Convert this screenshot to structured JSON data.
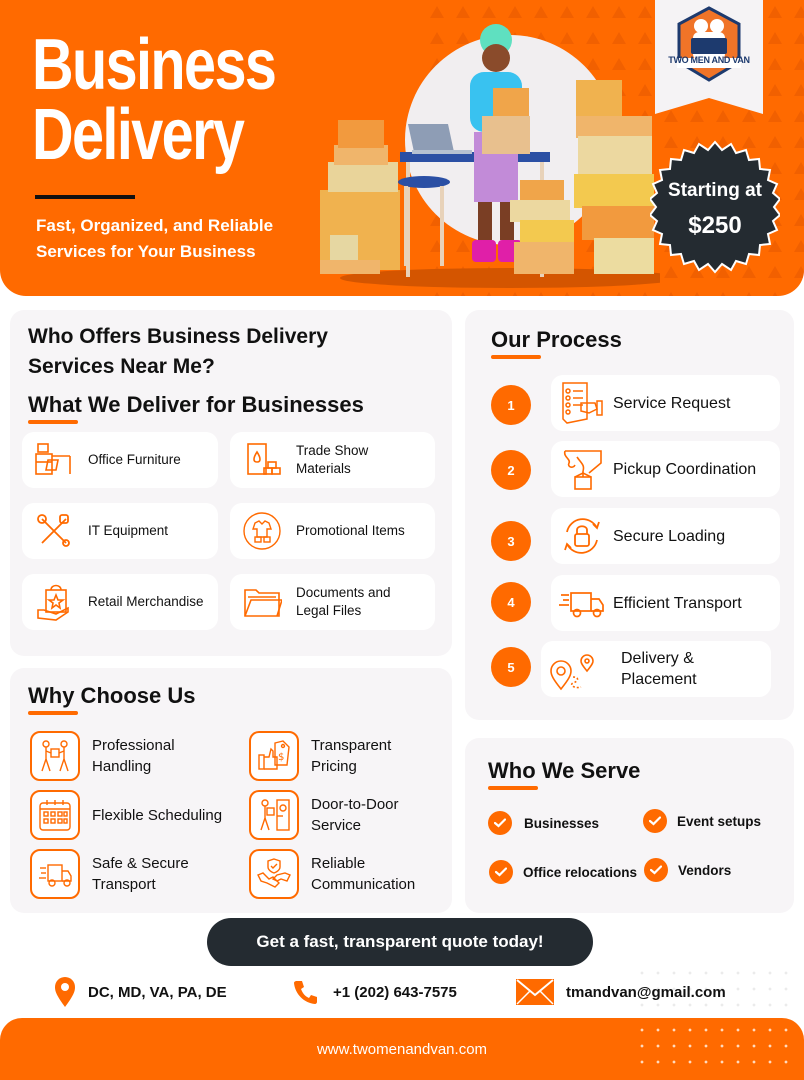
{
  "hero": {
    "title_line1": "Business",
    "title_line2": "Delivery",
    "subtitle_line1": "Fast, Organized, and Reliable",
    "subtitle_line2": "Services for Your Business",
    "logo_text": "TWO MEN AND VAN",
    "price_label": "Starting at",
    "price_value": "$250"
  },
  "colors": {
    "accent": "#ff6a00",
    "dark": "#242b31",
    "panel": "#f7f5f7",
    "logo_blue": "#1d3a6e"
  },
  "deliver": {
    "question": "Who Offers Business Delivery Services Near Me?",
    "question_line1": "Who Offers Business Delivery",
    "question_line2": "Services Near Me?",
    "title": "What We Deliver for Businesses",
    "items": [
      {
        "label": "Office Furniture",
        "icon": "office-desk-icon"
      },
      {
        "label": "Trade Show Materials",
        "icon": "trade-materials-icon"
      },
      {
        "label": "IT Equipment",
        "icon": "tools-icon"
      },
      {
        "label": "Promotional Items",
        "icon": "promo-shirt-icon"
      },
      {
        "label": "Retail Merchandise",
        "icon": "shopping-bag-icon"
      },
      {
        "label": "Documents and Legal Files",
        "icon": "folder-icon"
      }
    ]
  },
  "process": {
    "title": "Our Process",
    "steps": [
      {
        "num": "1",
        "label": "Service Request",
        "icon": "request-form-icon"
      },
      {
        "num": "2",
        "label": "Pickup Coordination",
        "icon": "pickup-hand-icon"
      },
      {
        "num": "3",
        "label": "Secure Loading",
        "icon": "lock-cycle-icon"
      },
      {
        "num": "4",
        "label": "Efficient Transport",
        "icon": "fast-truck-icon"
      },
      {
        "num": "5",
        "label": "Delivery & Placement",
        "icon": "route-pins-icon"
      }
    ]
  },
  "why": {
    "title": "Why Choose Us",
    "items": [
      {
        "label": "Professional Handling",
        "icon": "movers-icon"
      },
      {
        "label": "Transparent Pricing",
        "icon": "price-tag-thumb-icon"
      },
      {
        "label": "Flexible Scheduling",
        "icon": "calendar-icon"
      },
      {
        "label": "Door-to-Door Service",
        "icon": "door-delivery-icon"
      },
      {
        "label": "Safe & Secure Transport",
        "icon": "truck-icon"
      },
      {
        "label": "Reliable Communication",
        "icon": "handshake-icon"
      }
    ]
  },
  "serve": {
    "title": "Who We Serve",
    "items": [
      "Businesses",
      "Event setups",
      "Office relocations",
      "Vendors"
    ]
  },
  "cta": {
    "label": "Get a fast, transparent quote today!"
  },
  "contact": {
    "location": "DC, MD, VA, PA, DE",
    "phone": "+1 (202) 643-7575",
    "email": "tmandvan@gmail.com"
  },
  "footer": {
    "url": "www.twomenandvan.com"
  }
}
